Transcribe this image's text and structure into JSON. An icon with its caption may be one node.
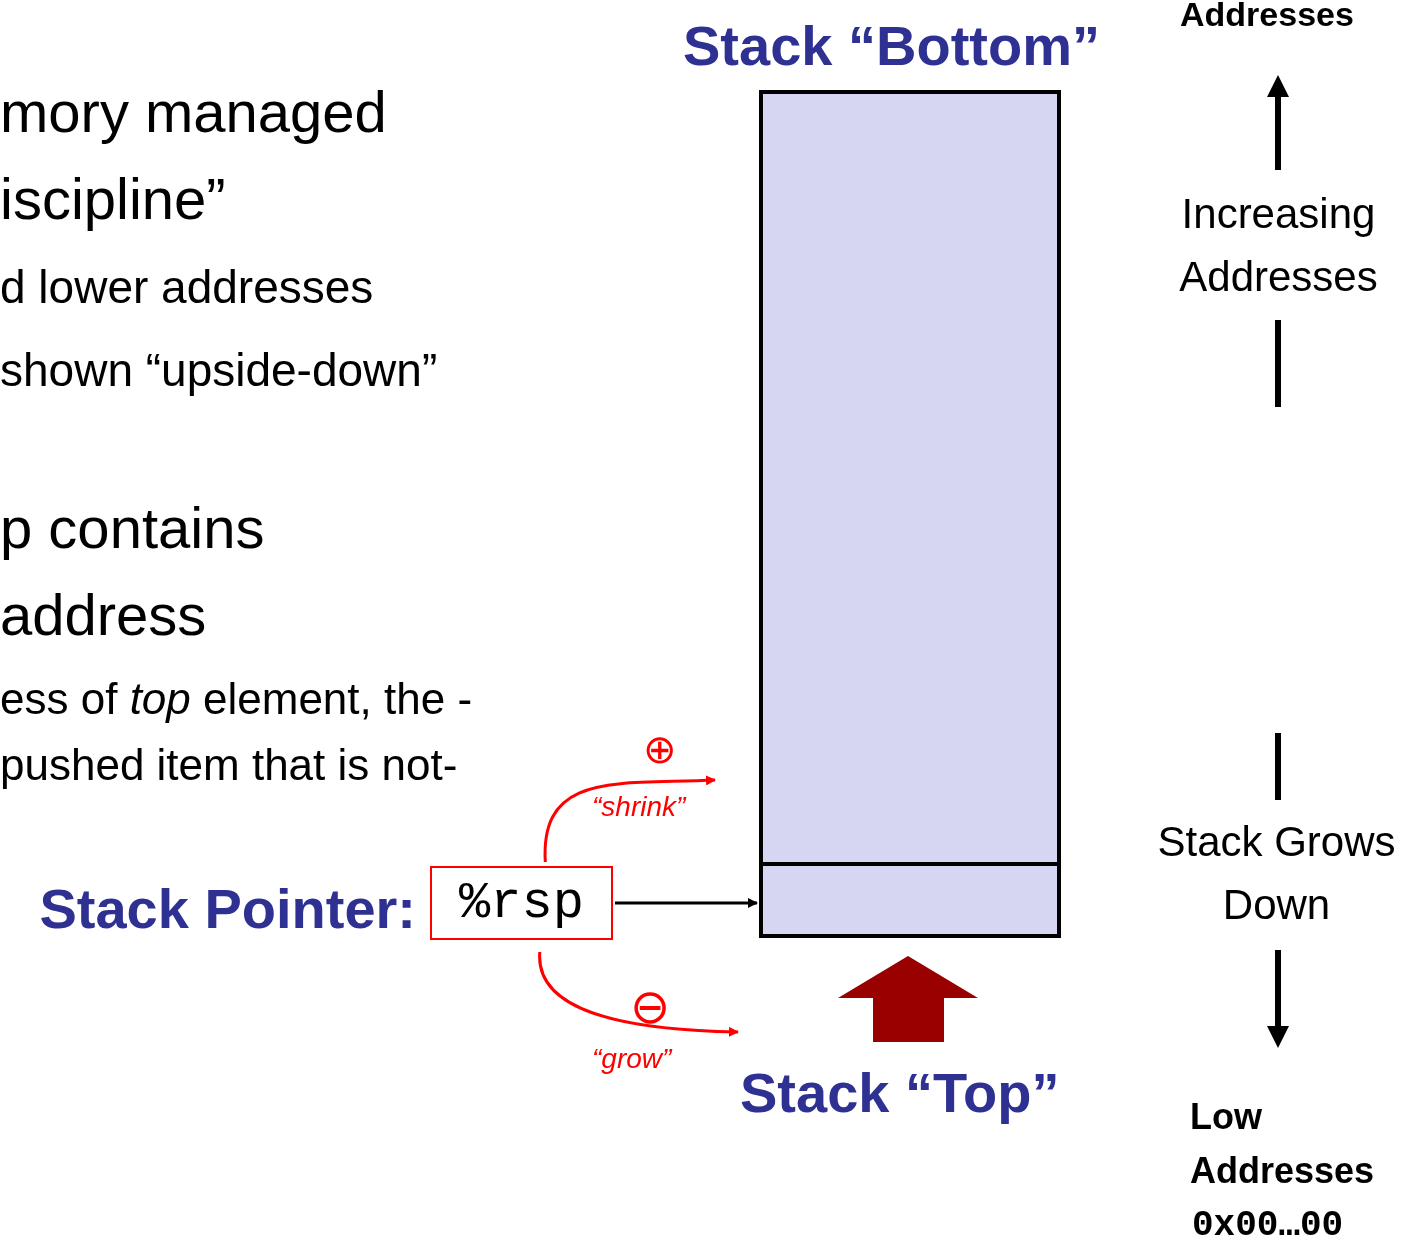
{
  "diagram": {
    "nodes": [
      {
        "text": [
          "%rsp"
        ],
        "beside": [
          "Stack Pointer:"
        ]
      },
      {
        "text": [],
        "shape": "box"
      },
      {
        "text": [],
        "shape": "box",
        "beside": [
          "Stack “Bottom”"
        ]
      }
    ],
    "edges": [
      {
        "from": 0,
        "to": 1,
        "arrow": "to",
        "color": "#000000"
      },
      {
        "from": 0,
        "to": null,
        "arrow": "to",
        "label": "“shrink”",
        "color": "#ff0000"
      },
      {
        "from": 0,
        "to": null,
        "arrow": "to",
        "label": "“grow”",
        "color": "#ff0000"
      }
    ],
    "labels": [
      "Addresses",
      "mory managed iscipline”",
      "Increasing Addresses",
      "d lower addresses",
      "shown “upside-down”",
      "p contains address",
      "ess of *top* element, the -pushed item that is not-",
      "⊕",
      "Stack Grows Down",
      "⊖",
      "Stack “Top”",
      "Low Addresses",
      "0x00…00"
    ]
  }
}
